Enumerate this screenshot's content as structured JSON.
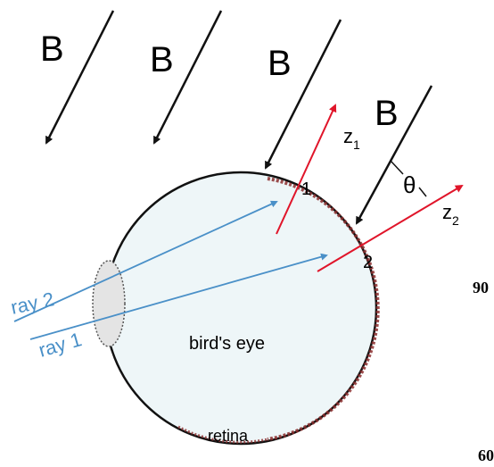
{
  "field": {
    "label": "B",
    "angle_symbol": "θ"
  },
  "points": {
    "p1": "1",
    "p2": "2"
  },
  "axes": {
    "z1_base": "z",
    "z1_sub": "1",
    "z2_base": "z",
    "z2_sub": "2"
  },
  "rays": {
    "ray1": "ray 1",
    "ray2": "ray 2"
  },
  "eye": {
    "label": "bird's eye",
    "retina_label": "retina"
  },
  "edge_text": {
    "top": "90",
    "bottom": "60"
  },
  "colors": {
    "field_lines": "#111111",
    "z_axes": "#e0152a",
    "rays": "#4a90c8",
    "eye_fill": "#eef6f8",
    "retina": "#8b2e2e"
  }
}
